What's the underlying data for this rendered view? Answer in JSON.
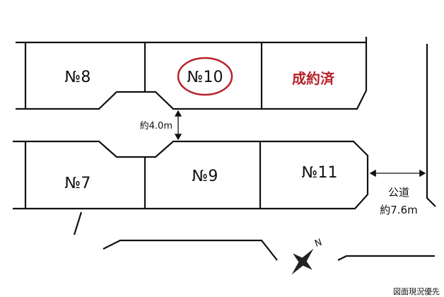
{
  "lots": {
    "no8": "№8",
    "no10": "№10",
    "sold": "成約済",
    "no7": "№7",
    "no9": "№9",
    "no11": "№11"
  },
  "dimensions": {
    "private_road": "約4.0m",
    "public_road_label": "公道",
    "public_road_width": "約7.6m"
  },
  "compass": {
    "north": "N"
  },
  "note": "図面現況優先",
  "colors": {
    "highlight": "#b5222b",
    "line": "#111111"
  }
}
